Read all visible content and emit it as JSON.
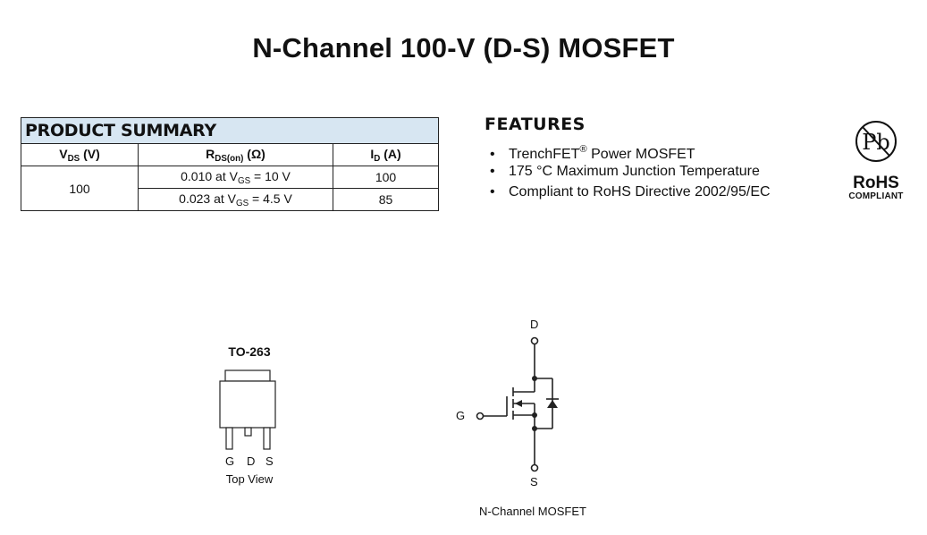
{
  "title": "N-Channel 100-V (D-S) MOSFET",
  "product_summary": {
    "heading": "PRODUCT SUMMARY",
    "col_vds": {
      "main": "V",
      "sub": "DS",
      "unit": " (V)"
    },
    "col_rds": {
      "main": "R",
      "sub": "DS(on)",
      "unit": " (Ω)"
    },
    "col_id": {
      "main": "I",
      "sub": "D",
      "unit": " (A)"
    },
    "vds_value": "100",
    "rows": [
      {
        "rds_pre": "0.010 at V",
        "rds_sub": "GS",
        "rds_post": " = 10 V",
        "id": "100"
      },
      {
        "rds_pre": "0.023 at V",
        "rds_sub": "GS",
        "rds_post": " = 4.5 V",
        "id": "85"
      }
    ]
  },
  "features": {
    "heading": "FEATURES",
    "bullet": "•",
    "item1_pre": "TrenchFET",
    "item1_sup": "®",
    "item1_post": " Power MOSFET",
    "item2": "175 °C Maximum Junction Temperature",
    "item3": "Compliant to RoHS Directive 2002/95/EC"
  },
  "rohs": {
    "logo_text": "Pb",
    "label": "RoHS",
    "sublabel": "COMPLIANT"
  },
  "package": {
    "name": "TO-263",
    "pin_g": "G",
    "pin_d": "D",
    "pin_s": "S",
    "view": "Top View"
  },
  "schematic": {
    "drain": "D",
    "gate": "G",
    "source": "S",
    "caption": "N-Channel MOSFET"
  }
}
